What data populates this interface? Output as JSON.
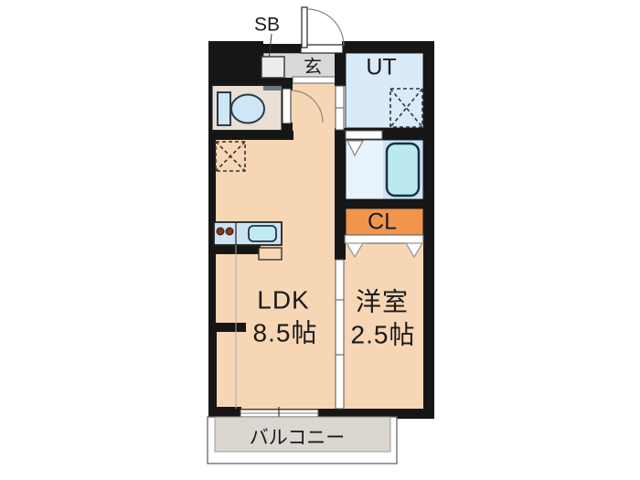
{
  "figure": {
    "type": "apartment-floor-plan",
    "labels": {
      "shoe_box": "SB",
      "entrance": "玄",
      "utility_room": "UT",
      "closet": "CL",
      "ldk_name": "LDK",
      "ldk_size": "8.5帖",
      "bedroom_name": "洋室",
      "bedroom_size": "2.5帖",
      "balcony": "バルコニー"
    },
    "colors": {
      "wall": "#161616",
      "room_floor": "#f6d6b5",
      "entry_floor": "#d9d9d9",
      "wet_room": "#d9eaf8",
      "bath_washing": "#e9f3fb",
      "bath_zone": "#cfe2f3",
      "bathtub": "#bce9f1",
      "closet": "#f0954c",
      "balcony": "#dbd6d0",
      "kitchen_counter": "#cde3f5",
      "sink": "#bfeaf2",
      "burner": "#7b3b1e",
      "fixture_fill": "#cfe6f7"
    }
  }
}
